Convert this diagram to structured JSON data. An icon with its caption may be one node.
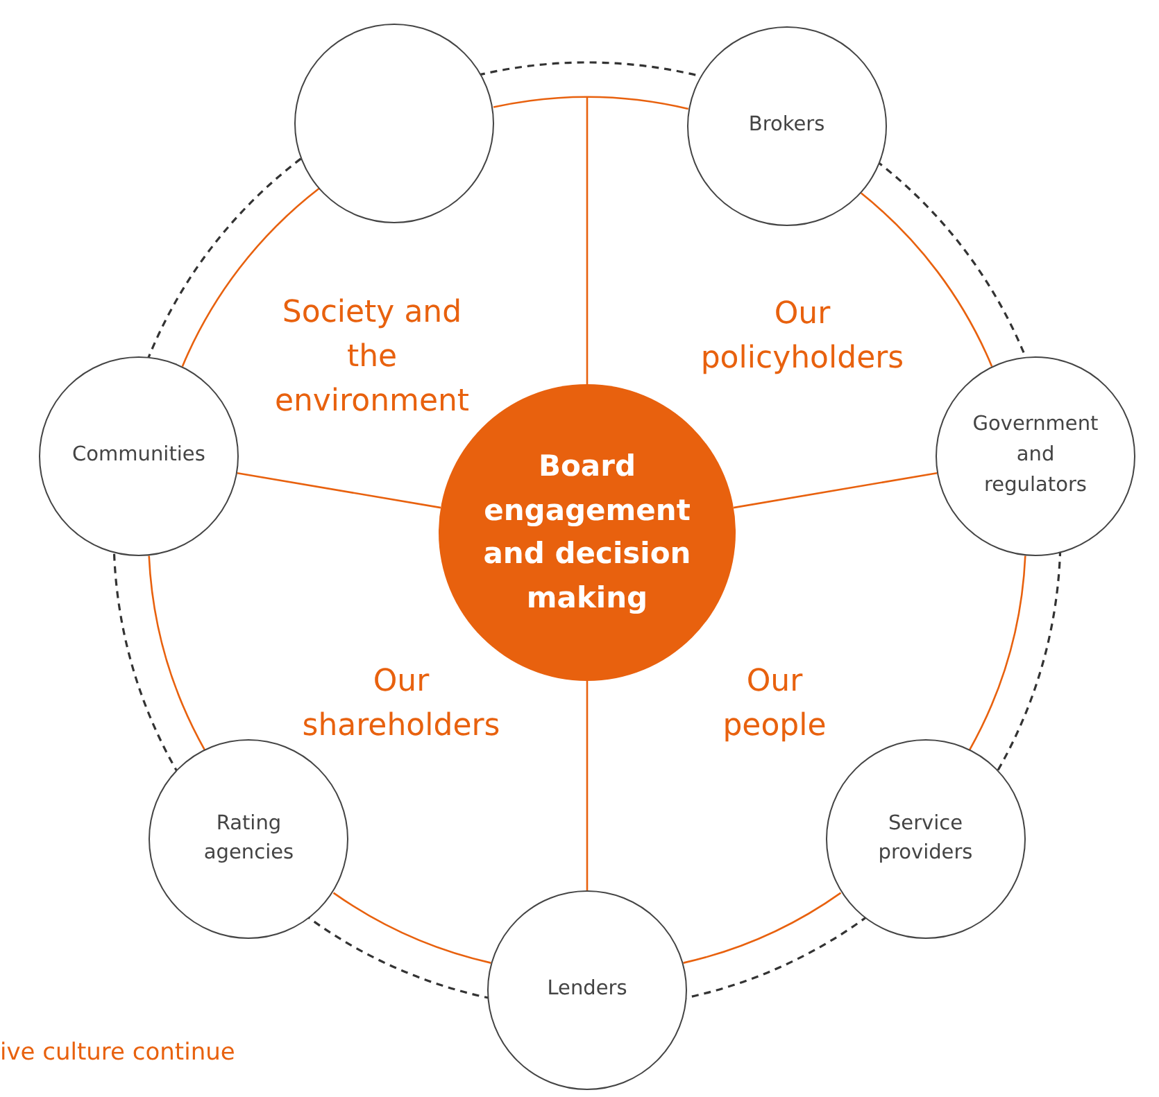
{
  "diagram": {
    "nodes": [
      {
        "text": [],
        "shape": "circle"
      },
      {
        "text": [
          "Brokers"
        ]
      },
      {
        "text": [
          "Communities"
        ]
      },
      {
        "text": [
          "Board engagement and decision making"
        ]
      },
      {
        "text": [
          "Government and regulators"
        ]
      },
      {
        "text": [
          "Rating agencies"
        ]
      },
      {
        "text": [
          "Service providers"
        ]
      },
      {
        "text": [
          "Lenders"
        ]
      }
    ],
    "edges": [
      {
        "from": 1,
        "to": 4,
        "arrow": "none"
      },
      {
        "from": 4,
        "to": 6,
        "arrow": "none"
      },
      {
        "from": 6,
        "to": 7,
        "arrow": "none"
      },
      {
        "from": 7,
        "to": 5,
        "arrow": "none"
      },
      {
        "from": 5,
        "to": 2,
        "arrow": "none"
      },
      {
        "from": 2,
        "to": 0,
        "arrow": "none"
      },
      {
        "from": 0,
        "to": 1,
        "arrow": "none"
      },
      {
        "from": 1,
        "to": 4,
        "arrow": "none",
        "style": "dashed",
        "color": "#333333"
      },
      {
        "from": 4,
        "to": 6,
        "arrow": "none",
        "style": "dashed",
        "color": "#333333"
      },
      {
        "from": 6,
        "to": 7,
        "arrow": "none",
        "style": "dashed",
        "color": "#333333"
      },
      {
        "from": 7,
        "to": 5,
        "arrow": "none",
        "style": "dashed",
        "color": "#333333"
      },
      {
        "from": 5,
        "to": 2,
        "arrow": "none",
        "style": "dashed",
        "color": "#333333"
      },
      {
        "from": 2,
        "to": 0,
        "arrow": "none",
        "style": "dashed",
        "color": "#333333"
      },
      {
        "from": 0,
        "to": 1,
        "arrow": "none",
        "style": "dashed",
        "color": "#333333"
      },
      {
        "from": 3,
        "to": null,
        "arrow": "none"
      },
      {
        "from": 3,
        "to": 2,
        "arrow": "none"
      },
      {
        "from": 3,
        "to": 4,
        "arrow": "none"
      },
      {
        "from": 3,
        "to": 7,
        "arrow": "none"
      }
    ],
    "labels": [
      "Society and the environment",
      "Our policyholders",
      "Our shareholders",
      "Our people",
      "ive culture continue"
    ]
  }
}
